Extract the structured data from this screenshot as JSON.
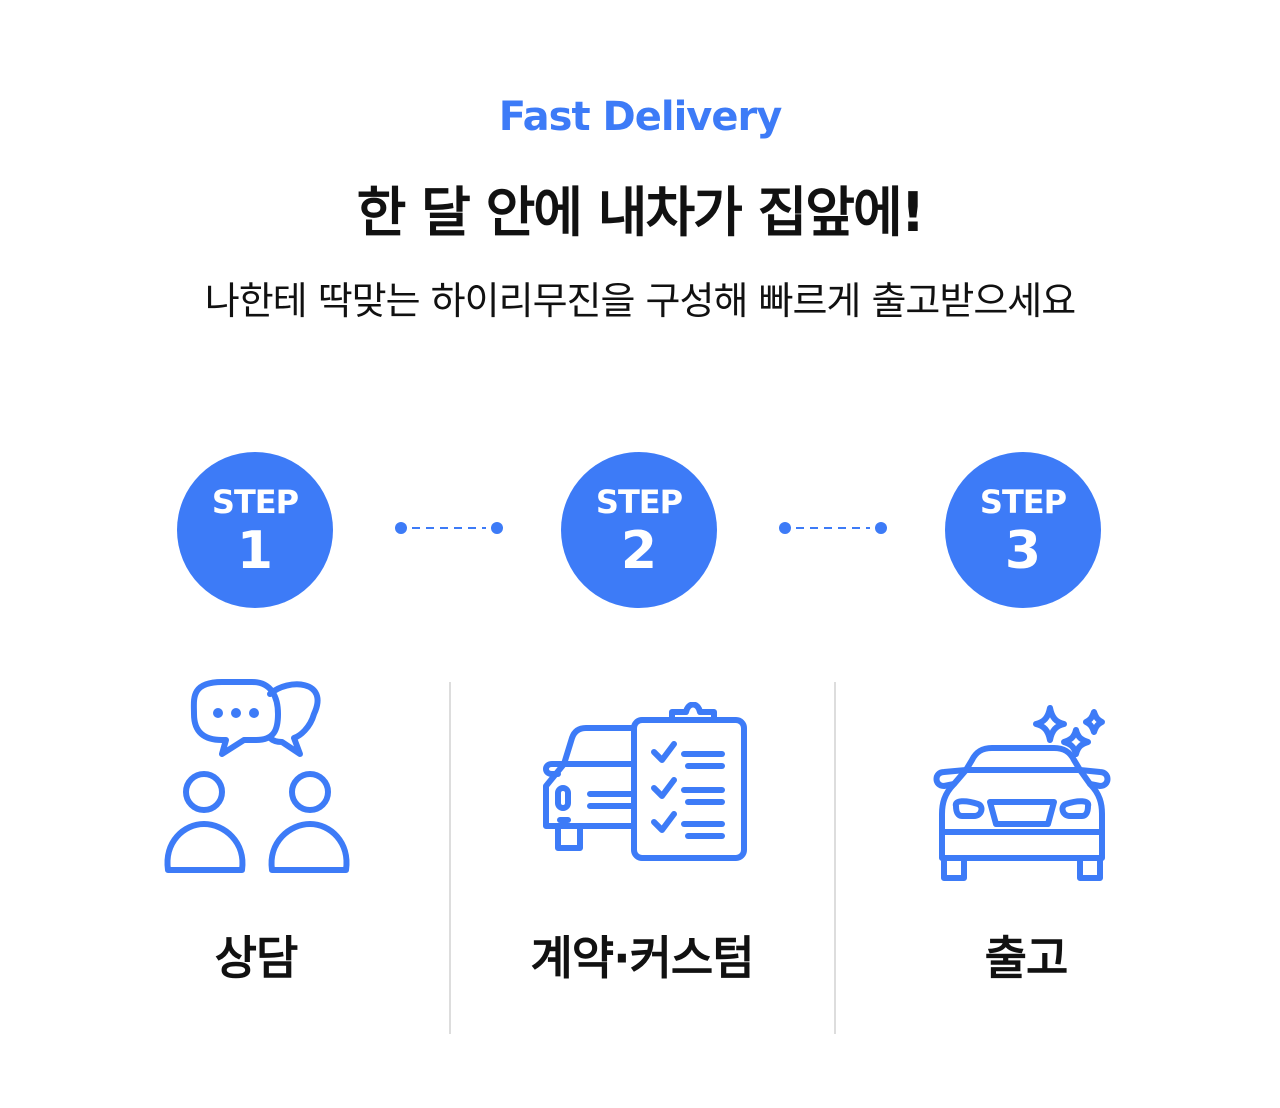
{
  "eyebrow": "Fast Delivery",
  "headline": "한 달 안에 내차가 집앞에!",
  "subline": "나한테 딱맞는 하이리무진을 구성해 빠르게 출고받으세요",
  "colors": {
    "accent": "#3d7bf7",
    "text": "#111111",
    "divider": "#dddddd"
  },
  "steps": [
    {
      "label": "STEP",
      "number": "1",
      "title": "상담",
      "icon": "consultation-icon"
    },
    {
      "label": "STEP",
      "number": "2",
      "title": "계약·커스텀",
      "icon": "contract-checklist-icon"
    },
    {
      "label": "STEP",
      "number": "3",
      "title": "출고",
      "icon": "sparkling-car-icon"
    }
  ]
}
